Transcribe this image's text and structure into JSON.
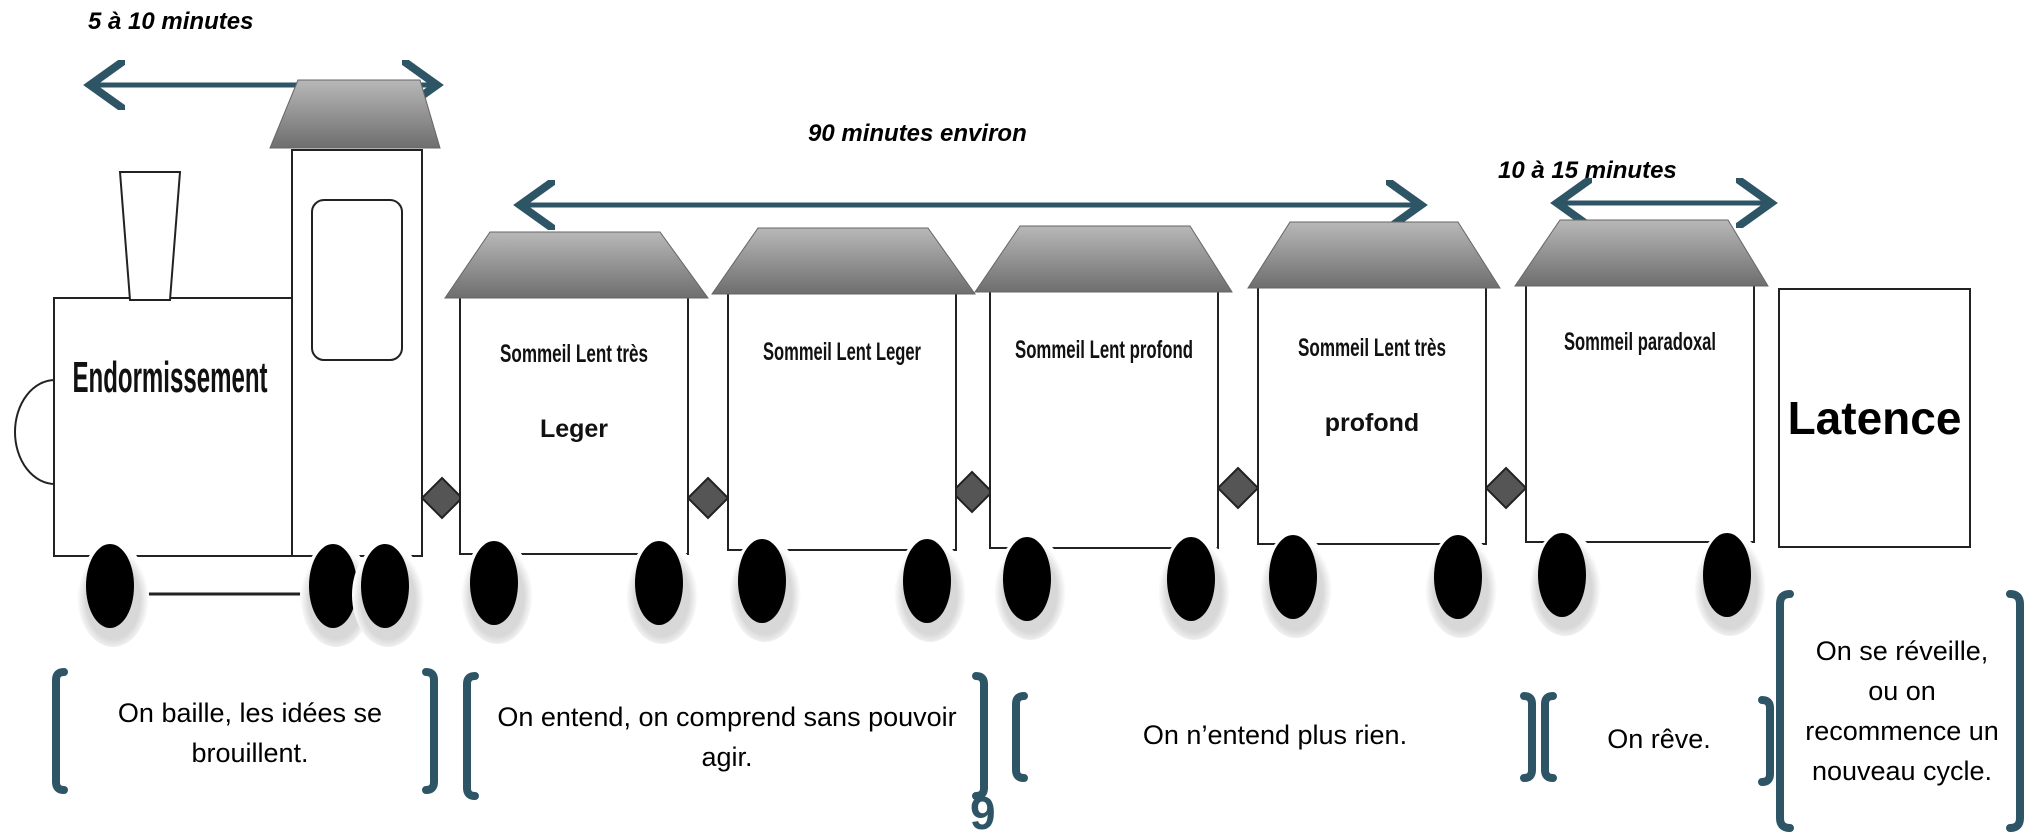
{
  "durations": {
    "endormissement": "5 à 10 minutes",
    "cycle": "90 minutes environ",
    "paradoxal": "10 à 15 minutes"
  },
  "engine": {
    "label": "Endormissement"
  },
  "cars": [
    {
      "line1": "Sommeil Lent très",
      "line2": "Leger"
    },
    {
      "line1": "Sommeil Lent Leger",
      "line2": ""
    },
    {
      "line1": "Sommeil Lent profond",
      "line2": ""
    },
    {
      "line1": "Sommeil Lent très",
      "line2": "profond"
    },
    {
      "line1": "Sommeil paradoxal",
      "line2": ""
    }
  ],
  "latence": "Latence",
  "descriptions": {
    "d1": "On baille, les idées se brouillent.",
    "d2": "On entend, on comprend sans pouvoir agir.",
    "d3": "On n’entend plus rien.",
    "d4": "On rêve.",
    "d5": "On se réveille, ou on recommence un nouveau cycle."
  },
  "page_number": "9",
  "colors": {
    "arrow": "#2d5566",
    "bracket": "#2d5566",
    "roof": "#8c8c8c",
    "wheel": "#000000"
  }
}
